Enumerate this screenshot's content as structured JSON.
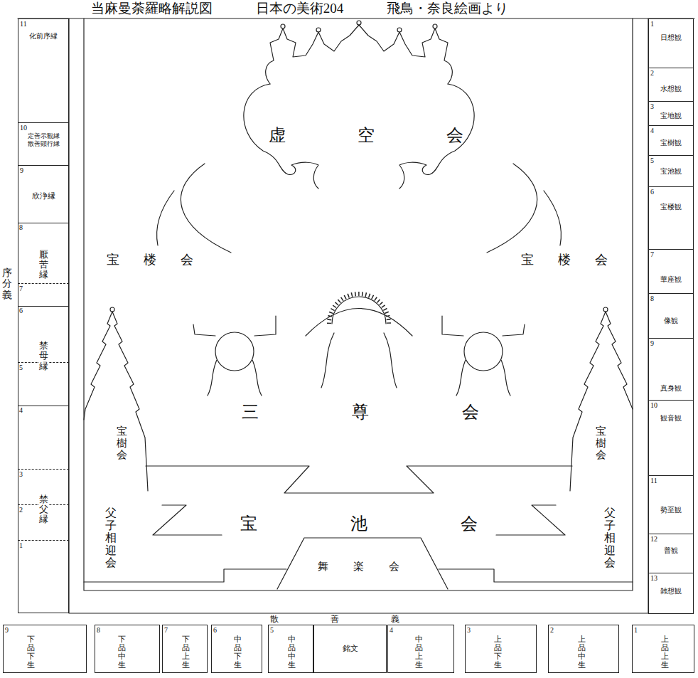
{
  "diagram": {
    "title": "当麻曼荼羅略解説図 日本の美術204 飛鳥・奈良絵画より",
    "nodes": [
      {
        "text": [
          "序分義"
        ]
      },
      {
        "text": [
          "11",
          "化前序縁"
        ],
        "in": 0
      },
      {
        "text": [
          "10",
          "定善示観縁 散善顕行縁"
        ],
        "in": 0
      },
      {
        "text": [
          "9",
          "欣浄縁"
        ],
        "in": 0
      },
      {
        "text": [
          "厭苦縁"
        ],
        "in": 0
      },
      {
        "text": [
          "8"
        ],
        "in": 4
      },
      {
        "text": [
          "7"
        ],
        "in": 4
      },
      {
        "text": [
          "禁母縁"
        ],
        "in": 0
      },
      {
        "text": [
          "6"
        ],
        "in": 7
      },
      {
        "text": [
          "5"
        ],
        "in": 7
      },
      {
        "text": [
          "禁父縁"
        ],
        "in": 0
      },
      {
        "text": [
          "4"
        ],
        "in": 10
      },
      {
        "text": [
          "3"
        ],
        "in": 10
      },
      {
        "text": [
          "2"
        ],
        "in": 10
      },
      {
        "text": [
          "1"
        ],
        "in": 10
      },
      {
        "text": [
          "1",
          "日想観"
        ]
      },
      {
        "text": [
          "2",
          "水想観"
        ]
      },
      {
        "text": [
          "3",
          "宝地観"
        ]
      },
      {
        "text": [
          "4",
          "宝樹観"
        ]
      },
      {
        "text": [
          "5",
          "宝池観"
        ]
      },
      {
        "text": [
          "6",
          "宝楼観"
        ]
      },
      {
        "text": [
          "7",
          "華座観"
        ]
      },
      {
        "text": [
          "8",
          "像観"
        ]
      },
      {
        "text": [
          "9",
          "真身観"
        ]
      },
      {
        "text": [
          "10",
          "観音観"
        ]
      },
      {
        "text": [
          "11",
          "勢至観"
        ]
      },
      {
        "text": [
          "12",
          "普観"
        ]
      },
      {
        "text": [
          "13",
          "雑想観"
        ]
      },
      {
        "text": [
          "散善義"
        ]
      },
      {
        "text": [
          "9",
          "下品下生"
        ],
        "in": 28
      },
      {
        "text": [
          "8",
          "下品中生"
        ],
        "in": 28
      },
      {
        "text": [
          "7",
          "下品上生"
        ],
        "in": 28
      },
      {
        "text": [
          "6",
          "中品下生"
        ],
        "in": 28
      },
      {
        "text": [
          "5",
          "中品中生"
        ],
        "in": 28
      },
      {
        "text": [
          "銘文"
        ],
        "in": 28
      },
      {
        "text": [
          "4",
          "中品上生"
        ],
        "in": 28
      },
      {
        "text": [
          "3",
          "上品下生"
        ],
        "in": 28
      },
      {
        "text": [
          "2",
          "上品中生"
        ],
        "in": 28
      },
      {
        "text": [
          "1",
          "上品上生"
        ],
        "in": 28
      }
    ],
    "labels": [
      "虚空会",
      "宝楼会",
      "宝楼会",
      "三尊会",
      "宝樹会",
      "宝樹会",
      "宝池会",
      "父子相迎会",
      "父子相迎会",
      "舞楽会"
    ]
  }
}
